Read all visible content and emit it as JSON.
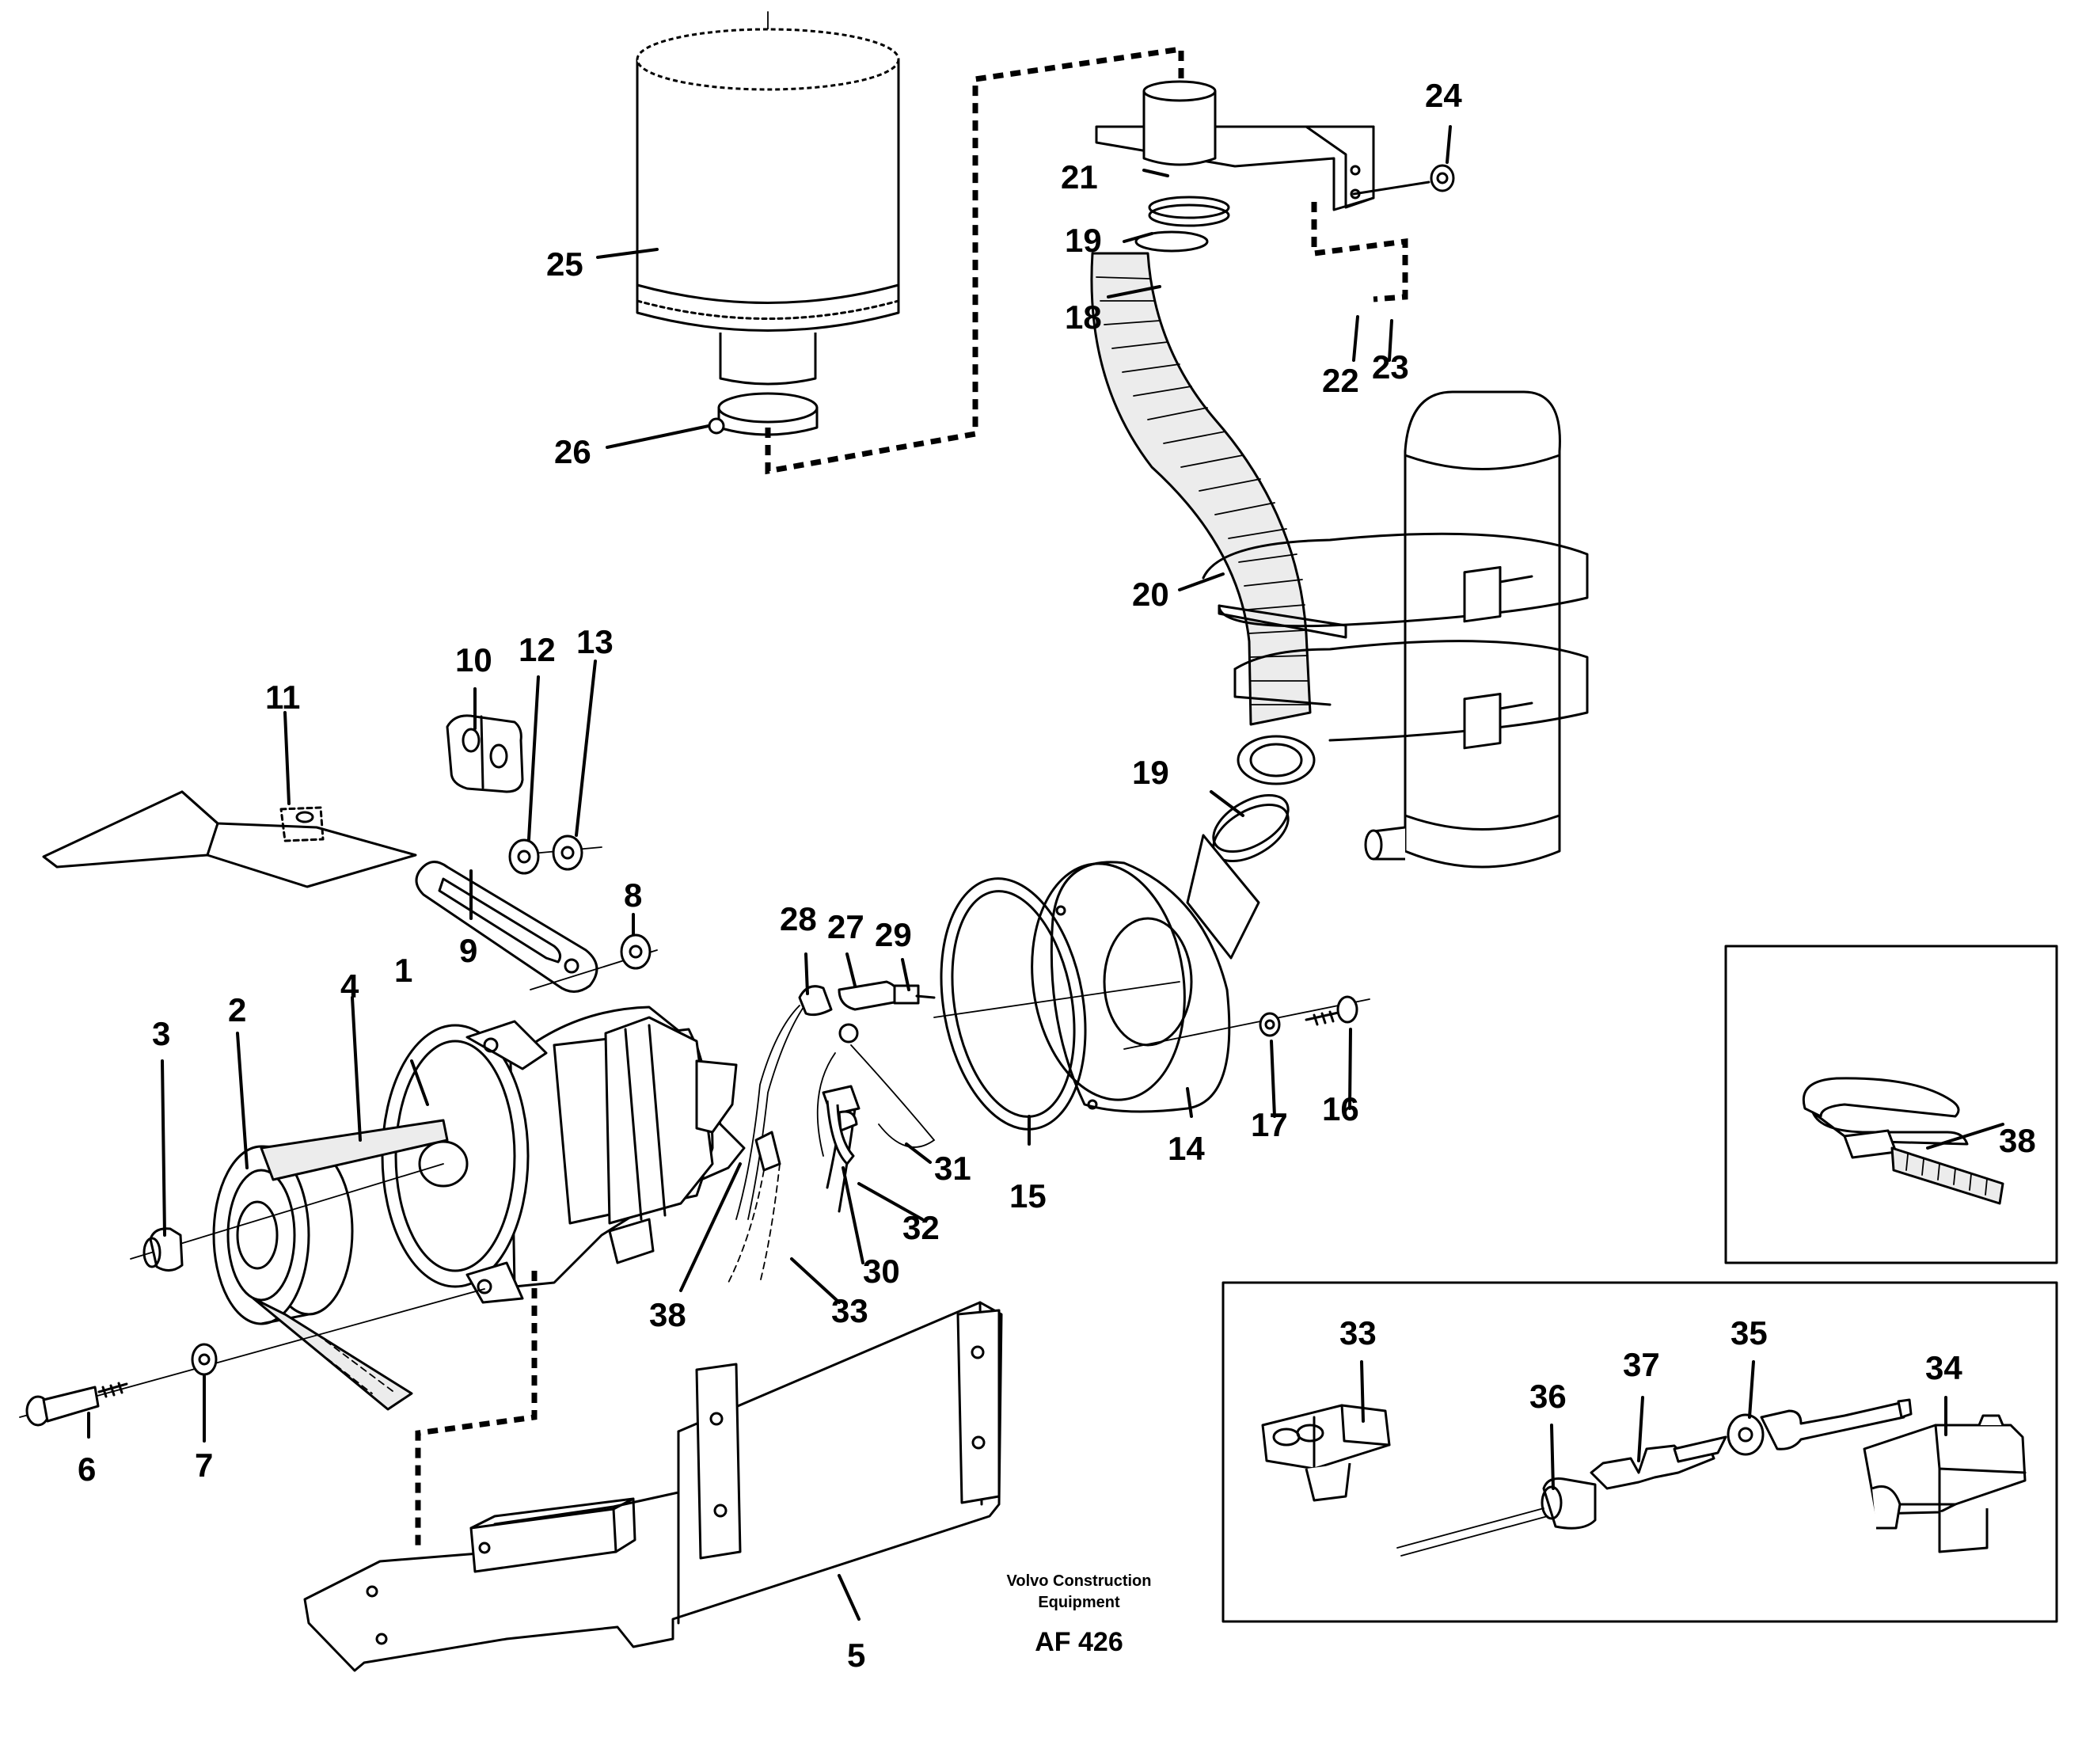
{
  "labels": {
    "n1": "1",
    "n2": "2",
    "n3": "3",
    "n4": "4",
    "n5": "5",
    "n6": "6",
    "n7": "7",
    "n8": "8",
    "n9": "9",
    "n10": "10",
    "n11": "11",
    "n12": "12",
    "n13": "13",
    "n14": "14",
    "n15": "15",
    "n16": "16",
    "n17": "17",
    "n18": "18",
    "n19a": "19",
    "n19b": "19",
    "n20": "20",
    "n21": "21",
    "n22": "22",
    "n23": "23",
    "n24": "24",
    "n25": "25",
    "n26": "26",
    "n27": "27",
    "n28": "28",
    "n29": "29",
    "n30": "30",
    "n31": "31",
    "n32": "32",
    "n33a": "33",
    "n33b": "33",
    "n34": "34",
    "n35": "35",
    "n36": "36",
    "n37": "37",
    "n38a": "38",
    "n38b": "38"
  },
  "watermark": {
    "line1": "Volvo Construction",
    "line2": "Equipment",
    "code": "AF 426"
  }
}
